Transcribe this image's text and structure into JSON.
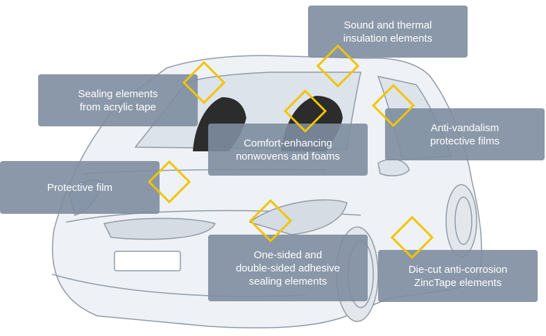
{
  "colors": {
    "marker": "#f2c400",
    "callout_bg": "#7d8da0",
    "callout_text": "#ffffff",
    "car_line": "#8f9aa6",
    "car_fill": "#eef1f5",
    "seat": "#2c2c2c"
  },
  "labels": {
    "sound_thermal": "Sound and thermal\ninsulation elements",
    "sealing_acrylic": "Sealing elements\nfrom acrylic tape",
    "comfort": "Comfort-enhancing\nnonwovens and foams",
    "anti_vandalism": "Anti-vandalism\nprotective films",
    "protective_film": "Protective film",
    "adhesive_sealing": "One-sided and\ndouble-sided adhesive\nsealing elements",
    "zinctape": "Die-cut anti-corrosion\nZincTape elements"
  }
}
